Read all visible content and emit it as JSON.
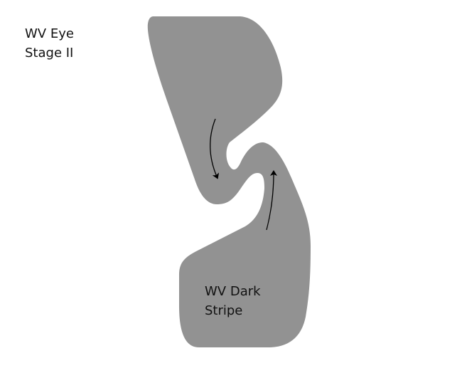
{
  "labels": {
    "eye_line1": "WV Eye",
    "eye_line2": "Stage II",
    "stripe_line1": "WV Dark",
    "stripe_line2": "Stripe"
  },
  "colors": {
    "shape_fill": "#929292",
    "arrow": "#000000",
    "background": "#ffffff"
  }
}
